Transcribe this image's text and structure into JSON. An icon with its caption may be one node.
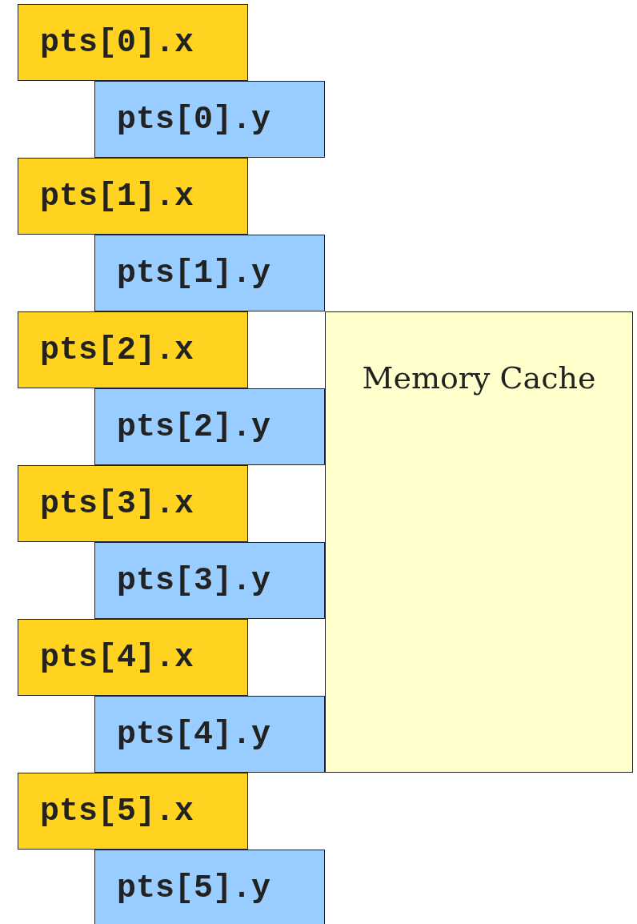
{
  "diagram": {
    "nodes": [
      {
        "text": [
          "pts[0].x"
        ]
      },
      {
        "text": [
          "pts[0].y"
        ]
      },
      {
        "text": [
          "pts[1].x"
        ]
      },
      {
        "text": [
          "pts[1].y"
        ]
      },
      {
        "text": [
          "pts[2].x"
        ]
      },
      {
        "text": [
          "Memory Cache"
        ]
      },
      {
        "text": [
          "pts[2].y"
        ]
      },
      {
        "text": [
          "pts[3].x"
        ]
      },
      {
        "text": [
          "pts[3].y"
        ]
      },
      {
        "text": [
          "pts[4].x"
        ]
      },
      {
        "text": [
          "pts[4].y"
        ]
      },
      {
        "text": [
          "pts[5].x"
        ]
      },
      {
        "text": [
          "pts[5].y"
        ]
      }
    ]
  }
}
